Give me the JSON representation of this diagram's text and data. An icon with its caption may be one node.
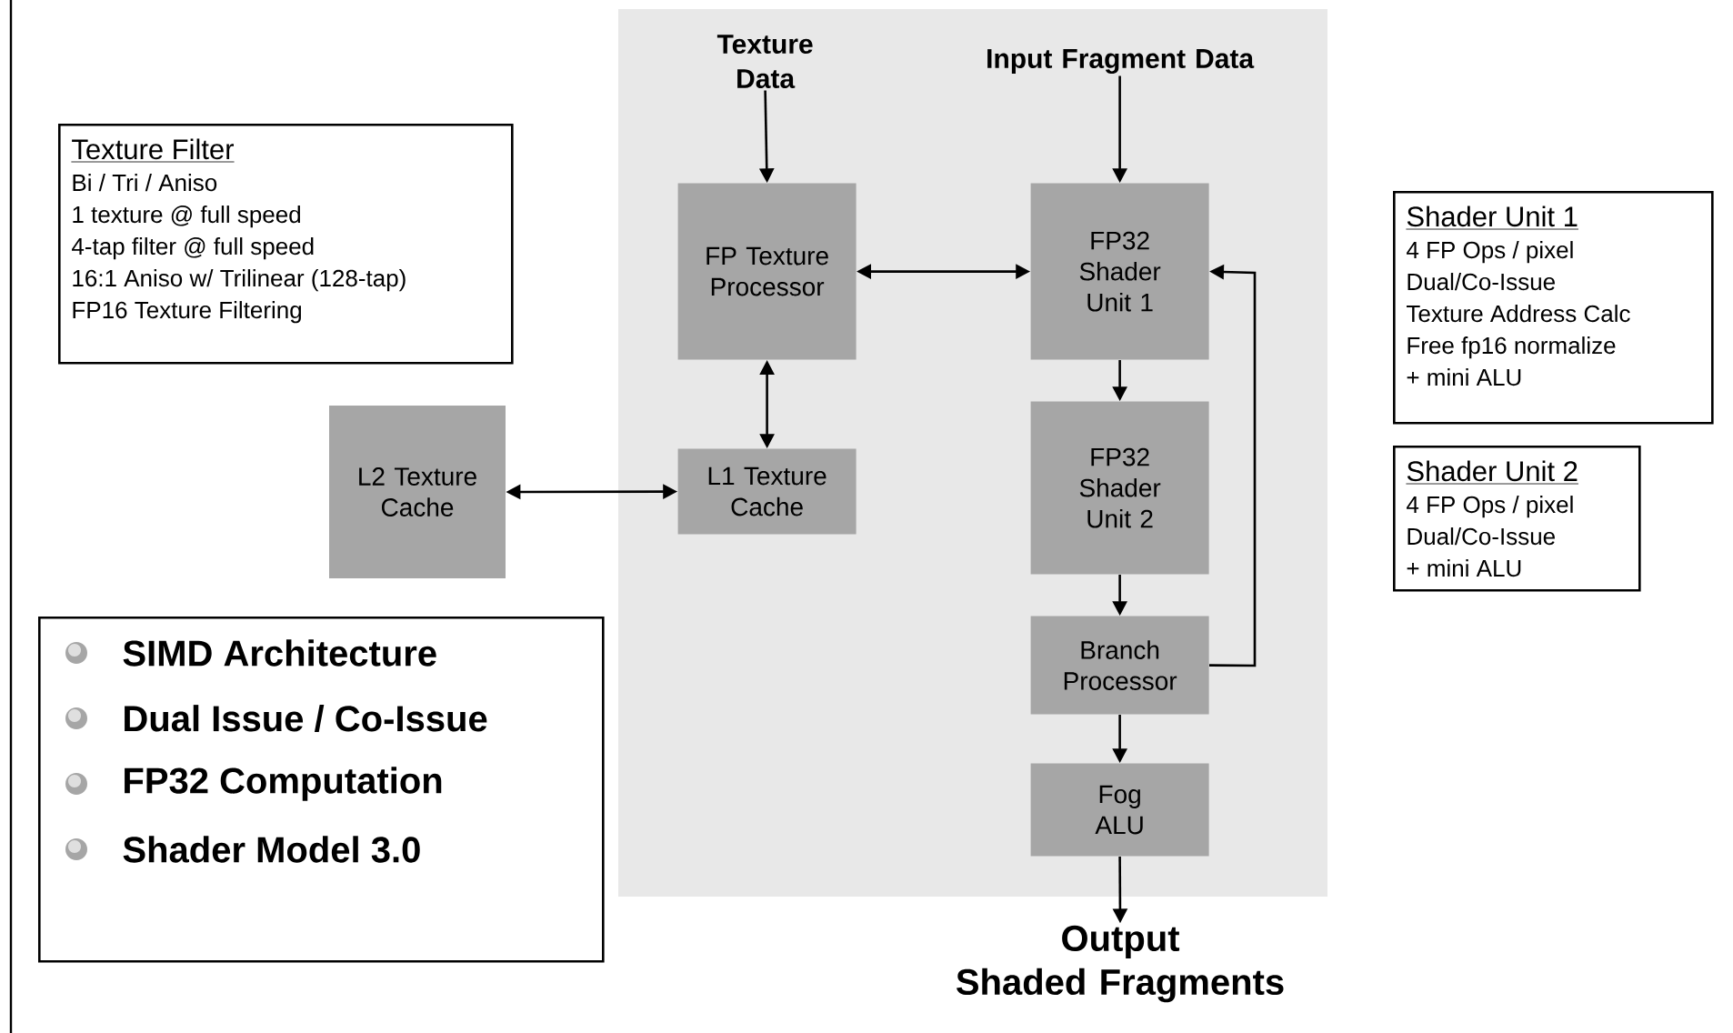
{
  "diagram": {
    "nodes": [
      {
        "text": [],
        "shape": "box"
      },
      {
        "text": [
          "Texture Data"
        ],
        "in": 0
      },
      {
        "text": [
          "Input Fragment Data"
        ],
        "in": 0
      },
      {
        "text": [
          "Texture Filter",
          "Bi / Tri / Aniso",
          "1 texture @ full speed",
          "4-tap filter @ full speed",
          "16:1 Aniso w/ Trilinear (128-tap)",
          "FP16 Texture Filtering"
        ]
      },
      {
        "text": [
          "FP Texture Processor"
        ],
        "in": 0
      },
      {
        "text": [
          "FP32 Shader Unit 1"
        ],
        "in": 0
      },
      {
        "text": [
          "Shader Unit 1",
          "4 FP Ops / pixel",
          "Dual/Co-Issue",
          "Texture Address Calc",
          "Free fp16 normalize",
          "+ mini ALU"
        ]
      },
      {
        "text": [
          "L2 Texture Cache"
        ]
      },
      {
        "text": [
          "L1 Texture Cache"
        ],
        "in": 0
      },
      {
        "text": [
          "FP32 Shader Unit 2"
        ],
        "in": 0
      },
      {
        "text": [
          "Shader Unit 2",
          "4 FP Ops / pixel",
          "Dual/Co-Issue",
          "+ mini ALU"
        ]
      },
      {
        "text": [
          "SIMD Architecture",
          "Dual Issue / Co-Issue",
          "FP32 Computation",
          "Shader Model 3.0"
        ]
      },
      {
        "text": [
          "Branch Processor"
        ],
        "in": 0
      },
      {
        "text": [
          "Fog ALU"
        ],
        "in": 0
      },
      {
        "text": [
          "Output",
          "Shaded Fragments"
        ]
      }
    ],
    "edges": [
      {
        "from": 1,
        "to": 4,
        "arrow": "to"
      },
      {
        "from": 2,
        "to": 5,
        "arrow": "to"
      },
      {
        "from": 4,
        "to": 5,
        "arrow": "both"
      },
      {
        "from": 4,
        "to": 8,
        "arrow": "both"
      },
      {
        "from": 7,
        "to": 8,
        "arrow": "both"
      },
      {
        "from": 5,
        "to": 9,
        "arrow": "to"
      },
      {
        "from": 9,
        "to": 12,
        "arrow": "to"
      },
      {
        "from": 12,
        "to": 5,
        "arrow": "to"
      },
      {
        "from": 12,
        "to": 13,
        "arrow": "to"
      },
      {
        "from": 13,
        "to": 14,
        "arrow": "to"
      }
    ]
  }
}
